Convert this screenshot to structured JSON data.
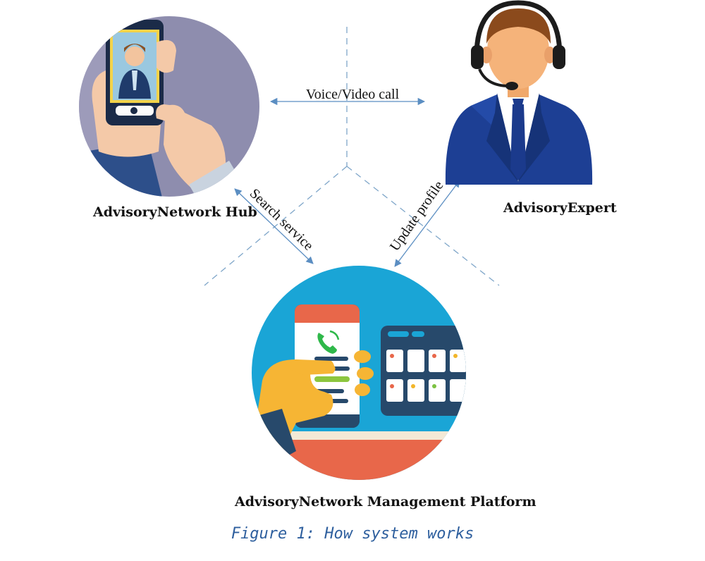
{
  "nodes": {
    "hub": {
      "label": "AdvisoryNetwork Hub"
    },
    "expert": {
      "label": "AdvisoryExpert"
    },
    "platform": {
      "label": "AdvisoryNetwork Management Platform"
    }
  },
  "edges": {
    "voice_video": {
      "label": "Voice/Video call"
    },
    "search": {
      "label": "Search service"
    },
    "update": {
      "label": "Update profile"
    }
  },
  "caption": "Figure 1: How system works",
  "colors": {
    "divider": "#7fa6c9",
    "arrow": "#5b8ec2",
    "caption": "#2e5f9e",
    "hub_bg": "#8e8dae",
    "expert_suit": "#1d3f94",
    "platform_bg": "#1aa5d6",
    "platform_accent": "#e8674a"
  },
  "icons": {
    "hub": "hand-holding-phone-video-call-icon",
    "expert": "headset-support-agent-icon",
    "platform": "phone-call-app-and-calendar-icon"
  }
}
